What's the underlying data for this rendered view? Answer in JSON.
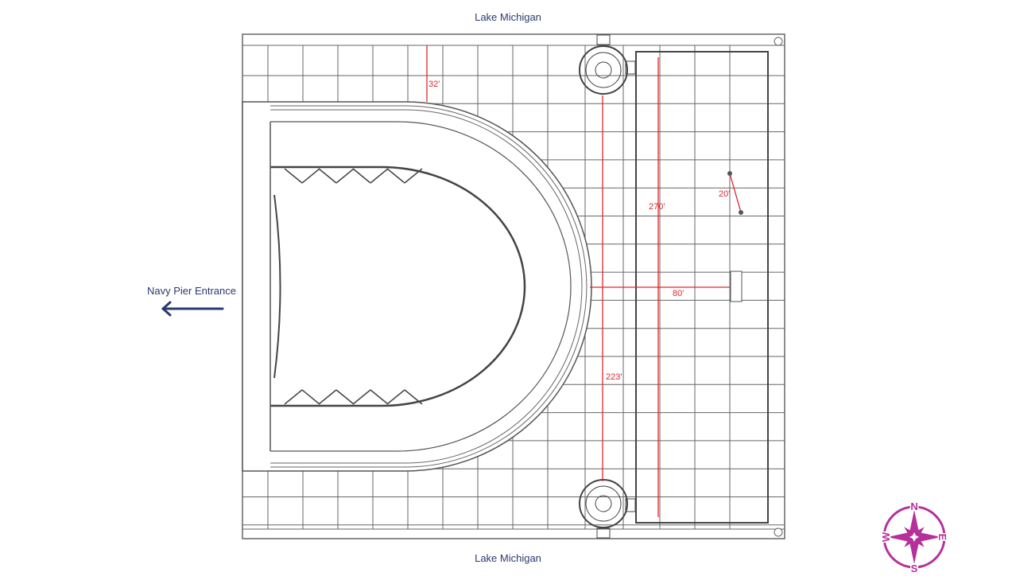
{
  "labels": {
    "top": "Lake Michigan",
    "bottom": "Lake Michigan",
    "entrance": "Navy Pier Entrance"
  },
  "dimensions": {
    "d32": "32'",
    "d270": "270'",
    "d20": "20'",
    "d80": "80'",
    "d223": "223'"
  },
  "compass": {
    "n": "N",
    "e": "E",
    "s": "S",
    "w": "W"
  },
  "colors": {
    "dimension": "#e0262b",
    "label": "#2b3a6e",
    "compass": "#b5309a",
    "plan": "#555555"
  }
}
